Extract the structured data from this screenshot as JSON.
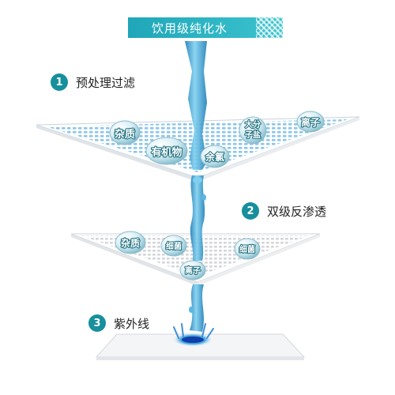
{
  "banner": {
    "title": "饮用级纯化水"
  },
  "steps": [
    {
      "number": "1",
      "label": "预处理过滤"
    },
    {
      "number": "2",
      "label": "双级反渗透"
    },
    {
      "number": "3",
      "label": "紫外线"
    }
  ],
  "filter1": {
    "drops": [
      {
        "label": "杂质"
      },
      {
        "label": "有机物"
      },
      {
        "label": "余氯"
      },
      {
        "label": "大分\n子盐"
      },
      {
        "label": "离子"
      }
    ]
  },
  "filter2": {
    "drops": [
      {
        "label": "杂质"
      },
      {
        "label": "细菌"
      },
      {
        "label": "细菌"
      },
      {
        "label": "离子"
      }
    ]
  },
  "colors": {
    "accent": "#1fa6b8",
    "badge": "#178f9c",
    "water": "#3aa9d6",
    "mesh": "#7fbfe6"
  }
}
